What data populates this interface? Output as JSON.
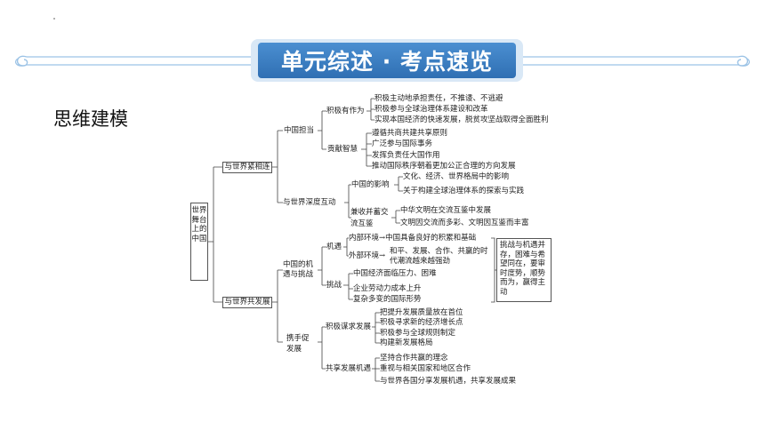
{
  "banner": {
    "title": "单元综述 · 考点速览"
  },
  "section": {
    "heading": "思维建模"
  },
  "mindmap": {
    "root": "世界舞台上的中国",
    "b1": {
      "label": "与世界紧相连",
      "c1": {
        "label": "中国担当",
        "g1": {
          "label": "积极有作为",
          "items": [
            "积极主动地承担责任，不推诿、不逃避",
            "积极参与全球治理体系建设和改革",
            "实现本国经济的快速发展，脱贫攻坚战取得全面胜利"
          ]
        },
        "g2": {
          "label": "贡献智慧",
          "items": [
            "遵循共商共建共享原则",
            "广泛参与国际事务",
            "发挥负责任大国作用",
            "推动国际秩序朝着更加公正合理的方向发展"
          ]
        }
      },
      "c2": {
        "label": "与世界深度互动",
        "g1": {
          "label": "中国的影响",
          "items": [
            "文化、经济、世界格局中的影响",
            "关于构建全球治理体系的探索与实践"
          ]
        },
        "g2": {
          "label": "兼收并蓄交流互鉴",
          "items": [
            "中华文明在交流互鉴中发展",
            "文明因交流而多彩、文明因互鉴而丰富"
          ]
        }
      }
    },
    "b2": {
      "label": "与世界共发展",
      "c1": {
        "label": "中国的机遇与挑战",
        "g1": {
          "label": "机遇",
          "inner": {
            "label": "内部环境",
            "text": "中国具备良好的积累和基础"
          },
          "outer": {
            "label": "外部环境",
            "text": "和平、发展、合作、共赢的时代潮流越来越强劲"
          }
        },
        "g2": {
          "label": "挑战",
          "items": [
            "中国经济面临压力、困难",
            "企业劳动力成本上升",
            "复杂多变的国际形势"
          ]
        },
        "note": "挑战与机遇并存，困难与希望同在，要审时度势，顺势而为，赢得主动"
      },
      "c2": {
        "label": "携手促发展",
        "g1": {
          "label": "积极谋求发展",
          "items": [
            "把提升发展质量放在首位",
            "积极寻求新的经济增长点",
            "积极参与全球规则制定",
            "构建新发展格局"
          ]
        },
        "g2": {
          "label": "共享发展机遇",
          "items": [
            "坚持合作共赢的理念",
            "重视与相关国家和地区合作",
            "与世界各国分享发展机遇，共享发展成果"
          ]
        }
      }
    }
  }
}
